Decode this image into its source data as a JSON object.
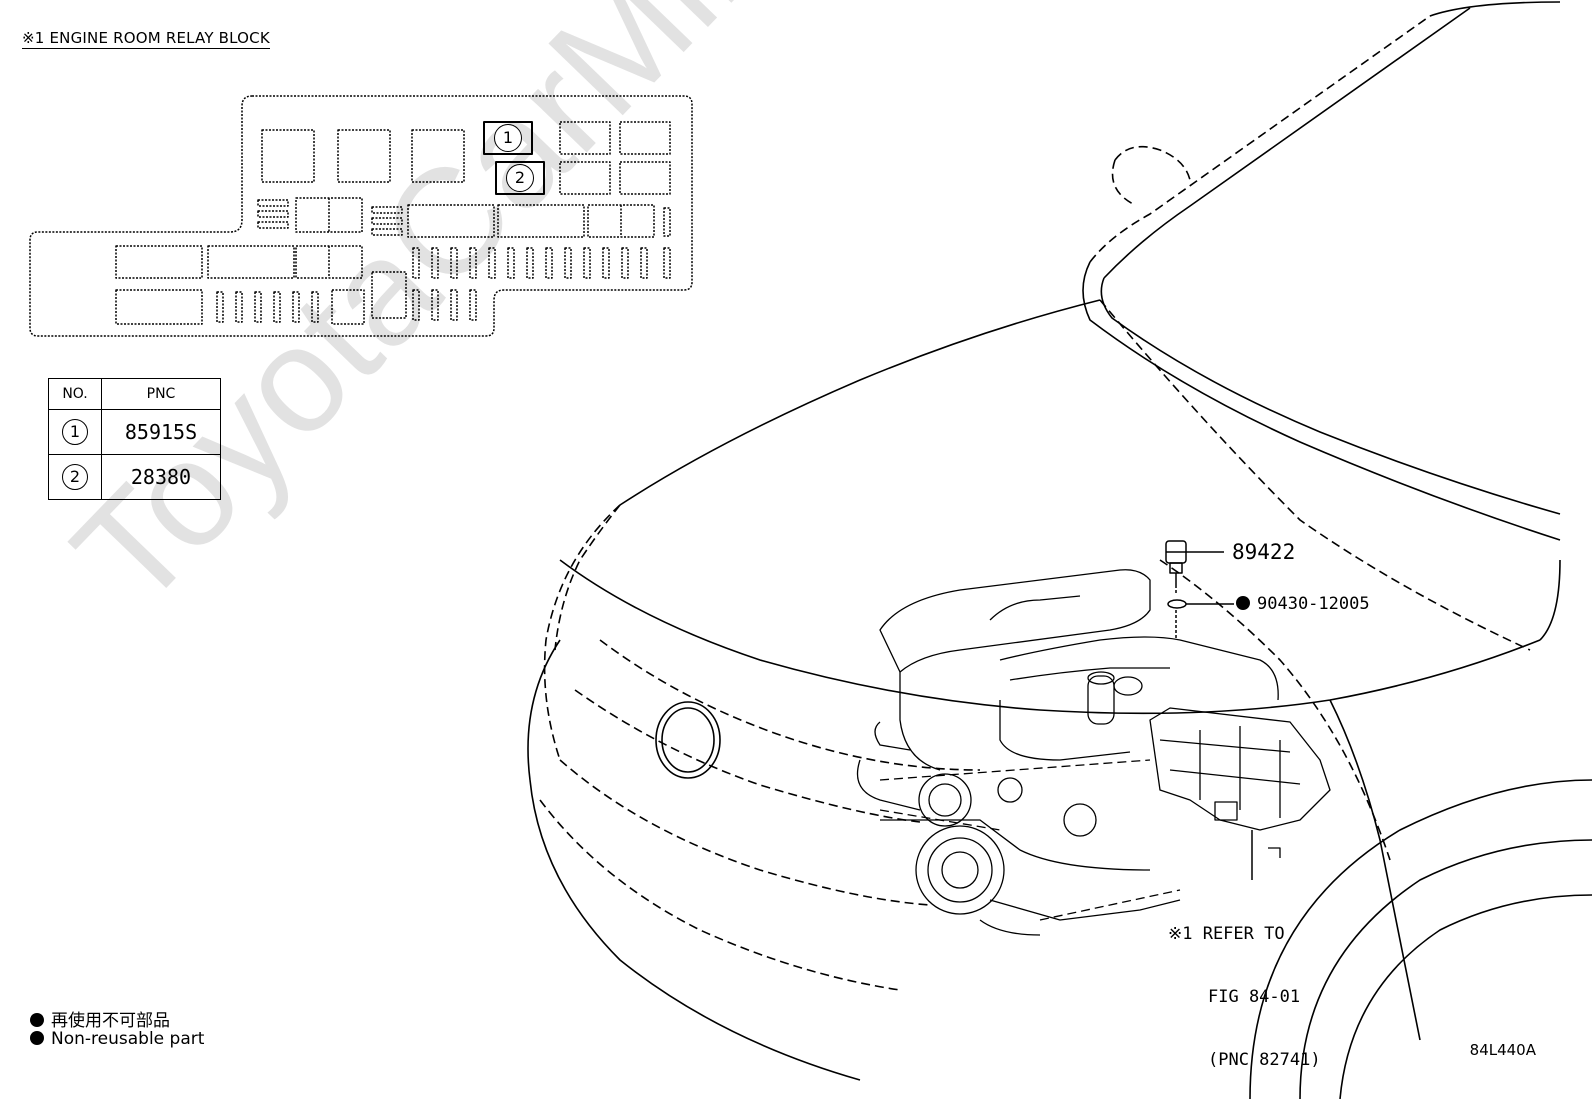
{
  "relay_block": {
    "title": "※1 ENGINE ROOM RELAY BLOCK",
    "positions": [
      "1",
      "2"
    ]
  },
  "pnc_table": {
    "headers": [
      "NO.",
      "PNC"
    ],
    "rows": [
      {
        "no": "1",
        "pnc": "85915S"
      },
      {
        "no": "2",
        "pnc": "28380"
      }
    ]
  },
  "callouts": {
    "sensor": "89422",
    "gasket": "90430-12005",
    "refer_line1": "※1 REFER TO",
    "refer_line2": "FIG 84-01",
    "refer_line3": "(PNC 82741)"
  },
  "legend": {
    "japanese": "再使用不可部品",
    "english": "Non-reusable part"
  },
  "figure_code": "84L440A",
  "watermark": "ToyotaCarMine.ru"
}
